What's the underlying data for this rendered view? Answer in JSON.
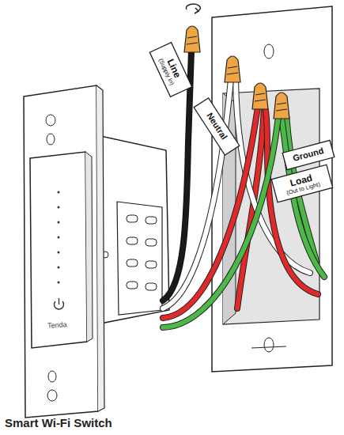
{
  "diagram": {
    "caption": "Smart Wi-Fi Switch",
    "labels": [
      "Line",
      "(Supply In)",
      "Neutral",
      "Ground",
      "Load",
      "(Out to Light)",
      "Tenda"
    ]
  }
}
